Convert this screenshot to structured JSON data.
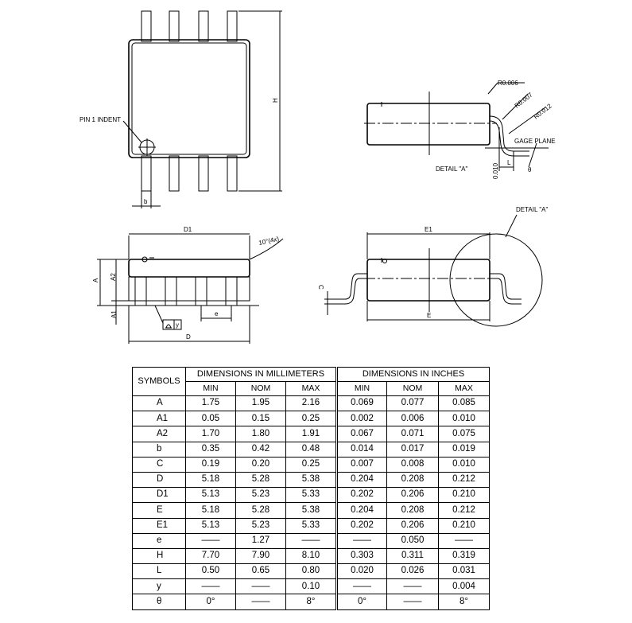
{
  "drawing_labels": {
    "pin1": "PIN 1 INDENT",
    "H": "H",
    "b": "b",
    "r006": "R0.006",
    "r007": "R0.007",
    "r012": "R0.012",
    "gage": "GAGE PLANE",
    "detail_a": "DETAIL \"A\"",
    "dim_010": "0.010",
    "L": "L",
    "theta": "θ",
    "D1": "D1",
    "ten_deg": "10°(4x)",
    "A": "A",
    "A2": "A2",
    "A1": "A1",
    "e": "e",
    "D": "D",
    "y": "y",
    "E1": "E1",
    "E": "E",
    "C": "C",
    "detail_a2": "DETAIL \"A\""
  },
  "table": {
    "symbols_header": "SYMBOLS",
    "mm_header": "DIMENSIONS IN MILLIMETERS",
    "in_header": "DIMENSIONS IN INCHES",
    "subheaders": [
      "MIN",
      "NOM",
      "MAX",
      "MIN",
      "NOM",
      "MAX"
    ],
    "rows": [
      {
        "sym": "A",
        "v": [
          "1.75",
          "1.95",
          "2.16",
          "0.069",
          "0.077",
          "0.085"
        ]
      },
      {
        "sym": "A1",
        "v": [
          "0.05",
          "0.15",
          "0.25",
          "0.002",
          "0.006",
          "0.010"
        ]
      },
      {
        "sym": "A2",
        "v": [
          "1.70",
          "1.80",
          "1.91",
          "0.067",
          "0.071",
          "0.075"
        ]
      },
      {
        "sym": "b",
        "v": [
          "0.35",
          "0.42",
          "0.48",
          "0.014",
          "0.017",
          "0.019"
        ]
      },
      {
        "sym": "C",
        "v": [
          "0.19",
          "0.20",
          "0.25",
          "0.007",
          "0.008",
          "0.010"
        ]
      },
      {
        "sym": "D",
        "v": [
          "5.18",
          "5.28",
          "5.38",
          "0.204",
          "0.208",
          "0.212"
        ]
      },
      {
        "sym": "D1",
        "v": [
          "5.13",
          "5.23",
          "5.33",
          "0.202",
          "0.206",
          "0.210"
        ]
      },
      {
        "sym": "E",
        "v": [
          "5.18",
          "5.28",
          "5.38",
          "0.204",
          "0.208",
          "0.212"
        ]
      },
      {
        "sym": "E1",
        "v": [
          "5.13",
          "5.23",
          "5.33",
          "0.202",
          "0.206",
          "0.210"
        ]
      },
      {
        "sym": "e",
        "v": [
          "——",
          "1.27",
          "——",
          "——",
          "0.050",
          "——"
        ]
      },
      {
        "sym": "H",
        "v": [
          "7.70",
          "7.90",
          "8.10",
          "0.303",
          "0.311",
          "0.319"
        ]
      },
      {
        "sym": "L",
        "v": [
          "0.50",
          "0.65",
          "0.80",
          "0.020",
          "0.026",
          "0.031"
        ]
      },
      {
        "sym": "y",
        "v": [
          "——",
          "——",
          "0.10",
          "——",
          "——",
          "0.004"
        ]
      },
      {
        "sym": "θ",
        "v": [
          "0°",
          "——",
          "8°",
          "0°",
          "——",
          "8°"
        ]
      }
    ]
  }
}
